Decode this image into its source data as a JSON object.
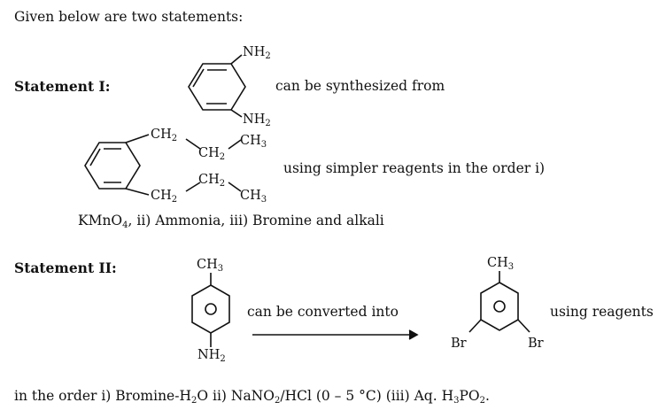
{
  "intro": "Given below are two statements:",
  "statement1": {
    "label": "Statement I:",
    "nh2_top": "NH",
    "nh2_bottom": "NH",
    "sub2": "2",
    "text_a": "can be synthesized from",
    "ch2_a": "CH",
    "ch2_b": "CH",
    "ch3_a": "CH",
    "sub3": "3",
    "ch2_c": "CH",
    "ch2_d": "CH",
    "ch3_b": "CH",
    "text_b": "using simpler reagents in the order i)",
    "line2_a": "KMnO",
    "line2_b": "4",
    "line2_c": ", ii) Ammonia, iii) Bromine and alkali"
  },
  "statement2": {
    "label": "Statement II:",
    "ch3_left": "CH",
    "nh2": "NH",
    "arrow_text": "can be converted into",
    "ch3_right": "CH",
    "br_left": "Br",
    "br_right": "Br",
    "text_reagents": "using reagents",
    "order_a": "in the order i) Bromine-H",
    "order_b": "2",
    "order_c": "O  ii) NaNO",
    "order_d": "2",
    "order_e": "/HCl (0 – 5 °C) (iii) Aq. H",
    "order_f": "3",
    "order_g": "PO",
    "order_h": "2",
    "order_i": "."
  }
}
